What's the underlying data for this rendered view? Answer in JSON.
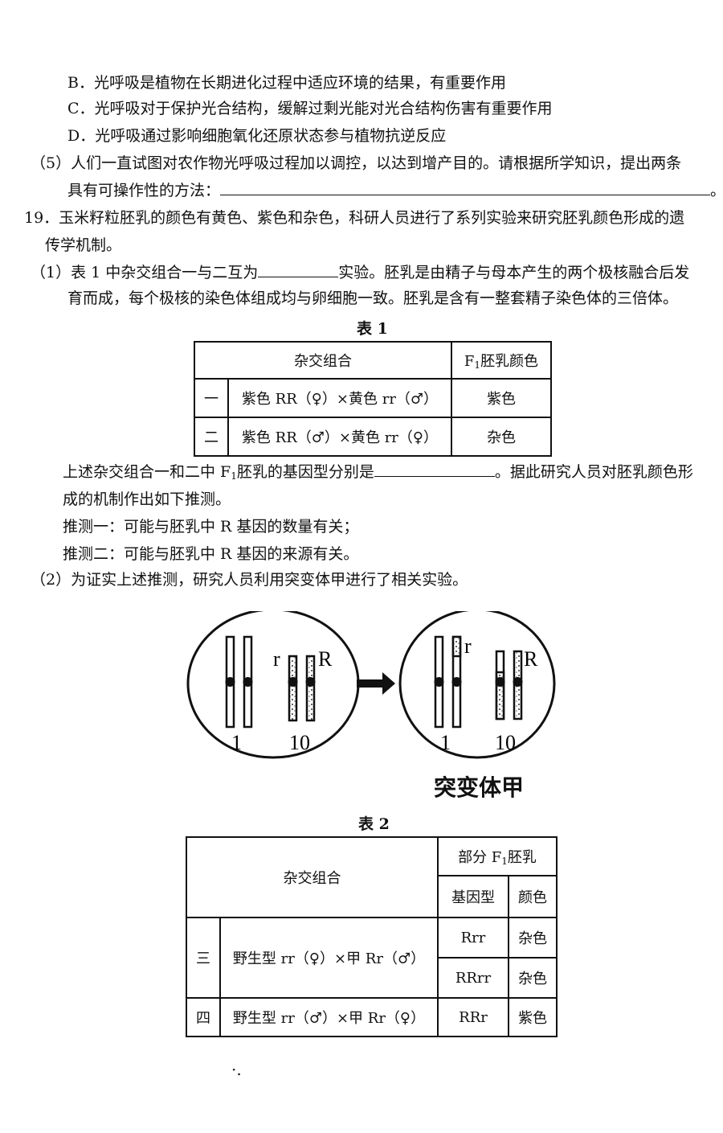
{
  "options": {
    "B": "B．光呼吸是植物在长期进化过程中适应环境的结果，有重要作用",
    "C": "C．光呼吸对于保护光合结构，缓解过剩光能对光合结构伤害有重要作用",
    "D": "D．光呼吸通过影响细胞氧化还原状态参与植物抗逆反应"
  },
  "q5": {
    "line1": "（5）人们一直试图对农作物光呼吸过程加以调控，以达到增产目的。请根据所学知识，提出两条",
    "line2": "具有可操作性的方法：",
    "end": "。"
  },
  "q19": {
    "line1": "19．玉米籽粒胚乳的颜色有黄色、紫色和杂色，科研人员进行了系列实验来研究胚乳颜色形成的遗",
    "line2": "传学机制。",
    "p1_a": "（1）表 1 中杂交组合一与二互为",
    "p1_b": "实验。胚乳是由精子与母本产生的两个极核融合后发",
    "p1_c": "育而成，每个极核的染色体组成均与卵细胞一致。胚乳是含有一整套精子染色体的三倍体。",
    "p1_d": "上述杂交组合一和二中 F",
    "p1_d_sub": "1",
    "p1_e": "胚乳的基因型分别是",
    "p1_f": "。据此研究人员对胚乳颜色形",
    "p1_g": "成的机制作出如下推测。",
    "guess1": "推测一：可能与胚乳中 R 基因的数量有关；",
    "guess2": "推测二：可能与胚乳中 R 基因的来源有关。",
    "p2": "（2）为证实上述推测，研究人员利用突变体甲进行了相关实验。"
  },
  "table1": {
    "caption": "表 1",
    "header_cross": "杂交组合",
    "header_color_pre": "F",
    "header_color_sub": "1",
    "header_color_post": "胚乳颜色",
    "rows": [
      {
        "no": "一",
        "cross": "紫色 RR（♀）×黄色 rr（♂）",
        "color": "紫色"
      },
      {
        "no": "二",
        "cross": "紫色 RR（♂）×黄色 rr（♀）",
        "color": "杂色"
      }
    ]
  },
  "diagram": {
    "left_labels": {
      "chr1": "1",
      "chr10": "10",
      "allele_left": "r",
      "allele_right": "R"
    },
    "right_labels": {
      "chr1": "1",
      "chr10": "10",
      "allele_left": "r",
      "allele_right": "R"
    },
    "mutant_label": "突变体甲"
  },
  "table2": {
    "caption": "表 2",
    "header_cross": "杂交组合",
    "header_group_pre": "部分 F",
    "header_group_sub": "1",
    "header_group_post": "胚乳",
    "header_genotype": "基因型",
    "header_color": "颜色",
    "rows": [
      {
        "no": "三",
        "cross": "野生型 rr（♀）×甲 Rr（♂）",
        "genotype": "Rrr",
        "color": "杂色"
      },
      {
        "genotype": "RRrr",
        "color": "杂色"
      },
      {
        "no": "四",
        "cross": "野生型 rr（♂）×甲 Rr（♀）",
        "genotype": "RRr",
        "color": "紫色"
      }
    ]
  },
  "footer_dot": "·."
}
